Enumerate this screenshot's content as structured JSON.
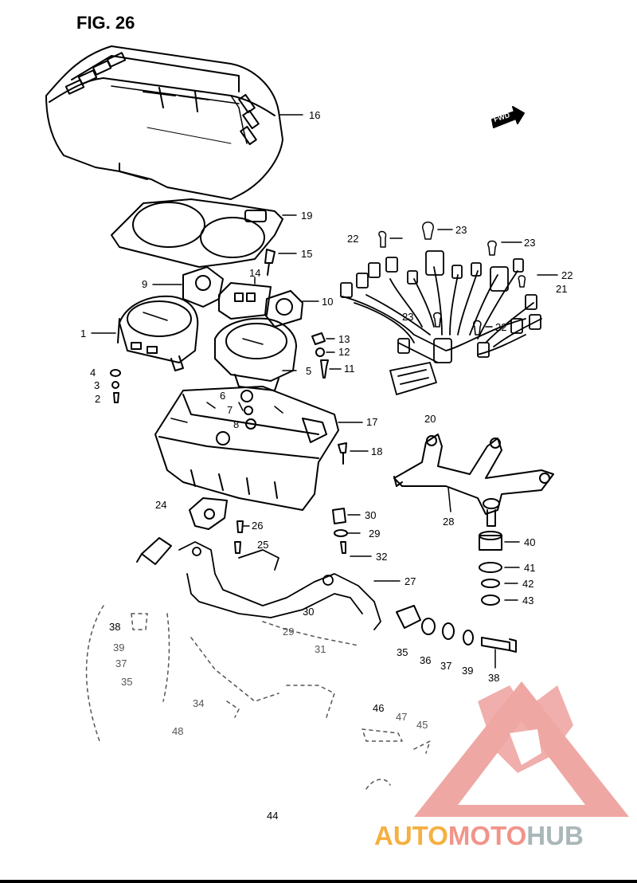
{
  "figure": {
    "title": "FIG. 26",
    "page_number": "44",
    "fwd_label": "FWD"
  },
  "callouts": [
    {
      "id": "c16",
      "label": "16"
    },
    {
      "id": "c19",
      "label": "19"
    },
    {
      "id": "c15",
      "label": "15"
    },
    {
      "id": "c22a",
      "label": "22"
    },
    {
      "id": "c23a",
      "label": "23"
    },
    {
      "id": "c23b",
      "label": "23"
    },
    {
      "id": "c22b",
      "label": "22"
    },
    {
      "id": "c21",
      "label": "21"
    },
    {
      "id": "c23c",
      "label": "23"
    },
    {
      "id": "c22c",
      "label": "22"
    },
    {
      "id": "c9",
      "label": "9"
    },
    {
      "id": "c14",
      "label": "14"
    },
    {
      "id": "c10",
      "label": "10"
    },
    {
      "id": "c1",
      "label": "1"
    },
    {
      "id": "c13",
      "label": "13"
    },
    {
      "id": "c12",
      "label": "12"
    },
    {
      "id": "c11",
      "label": "11"
    },
    {
      "id": "c5",
      "label": "5"
    },
    {
      "id": "c4",
      "label": "4"
    },
    {
      "id": "c3",
      "label": "3"
    },
    {
      "id": "c2",
      "label": "2"
    },
    {
      "id": "c6",
      "label": "6"
    },
    {
      "id": "c7",
      "label": "7"
    },
    {
      "id": "c8",
      "label": "8"
    },
    {
      "id": "c17",
      "label": "17"
    },
    {
      "id": "c18",
      "label": "18"
    },
    {
      "id": "c20",
      "label": "20"
    },
    {
      "id": "c28",
      "label": "28"
    },
    {
      "id": "c24",
      "label": "24"
    },
    {
      "id": "c26",
      "label": "26"
    },
    {
      "id": "c25",
      "label": "25"
    },
    {
      "id": "c30a",
      "label": "30"
    },
    {
      "id": "c29a",
      "label": "29"
    },
    {
      "id": "c32",
      "label": "32"
    },
    {
      "id": "c27",
      "label": "27"
    },
    {
      "id": "c40",
      "label": "40"
    },
    {
      "id": "c41",
      "label": "41"
    },
    {
      "id": "c42",
      "label": "42"
    },
    {
      "id": "c43",
      "label": "43"
    },
    {
      "id": "c38a",
      "label": "38"
    },
    {
      "id": "c39a",
      "label": "39"
    },
    {
      "id": "c37a",
      "label": "37"
    },
    {
      "id": "c35a",
      "label": "35"
    },
    {
      "id": "c30b",
      "label": "30"
    },
    {
      "id": "c29b",
      "label": "29"
    },
    {
      "id": "c31",
      "label": "31"
    },
    {
      "id": "c35b",
      "label": "35"
    },
    {
      "id": "c36",
      "label": "36"
    },
    {
      "id": "c37b",
      "label": "37"
    },
    {
      "id": "c39b",
      "label": "39"
    },
    {
      "id": "c38b",
      "label": "38"
    },
    {
      "id": "c34",
      "label": "34"
    },
    {
      "id": "c48",
      "label": "48"
    },
    {
      "id": "c46",
      "label": "46"
    },
    {
      "id": "c47",
      "label": "47"
    },
    {
      "id": "c45",
      "label": "45"
    }
  ],
  "watermark": {
    "part1": "AUTO",
    "part2": "MOTO",
    "part3": "HUB",
    "color1": "#f5b041",
    "color2": "#f1948a",
    "color3": "#aab7b8",
    "logo_color": "#f1948a"
  }
}
